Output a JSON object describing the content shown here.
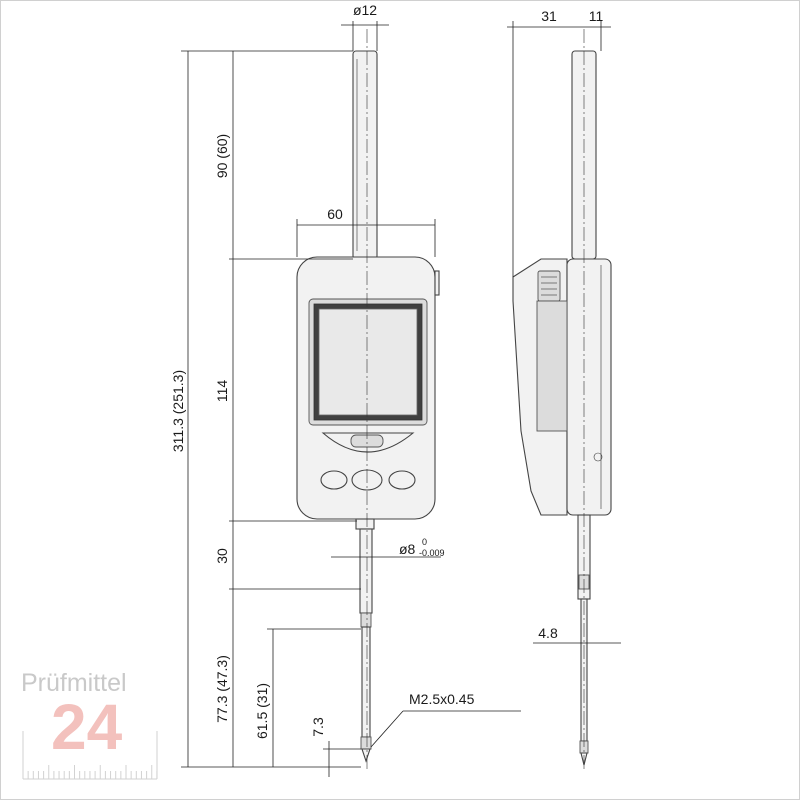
{
  "front_view": {
    "dim_stem_diameter": "ø12",
    "dim_height_upper": "90 (60)",
    "dim_width": "60",
    "dim_body_height": "114",
    "dim_total_height": "311.3 (251.3)",
    "dim_lower_segment": "30",
    "dim_spindle_diameter": "ø8",
    "dim_spindle_tol_upper": "0",
    "dim_spindle_tol_lower": "-0.009",
    "dim_spindle_length": "77.3 (47.3)",
    "dim_contact_length": "61.5 (31)",
    "dim_tip_length": "7.3",
    "dim_thread": "M2.5x0.45"
  },
  "side_view": {
    "dim_depth": "31",
    "dim_offset": "11",
    "dim_tip_width": "4.8"
  },
  "watermark": {
    "brand_text": "Prüfmittel",
    "brand_number": "24"
  },
  "colors": {
    "line": "#222222",
    "body_fill": "#f2f2f2",
    "screen_frame": "#555555",
    "watermark_gray": "#c9c9c9",
    "watermark_red": "#f3c1bd"
  }
}
